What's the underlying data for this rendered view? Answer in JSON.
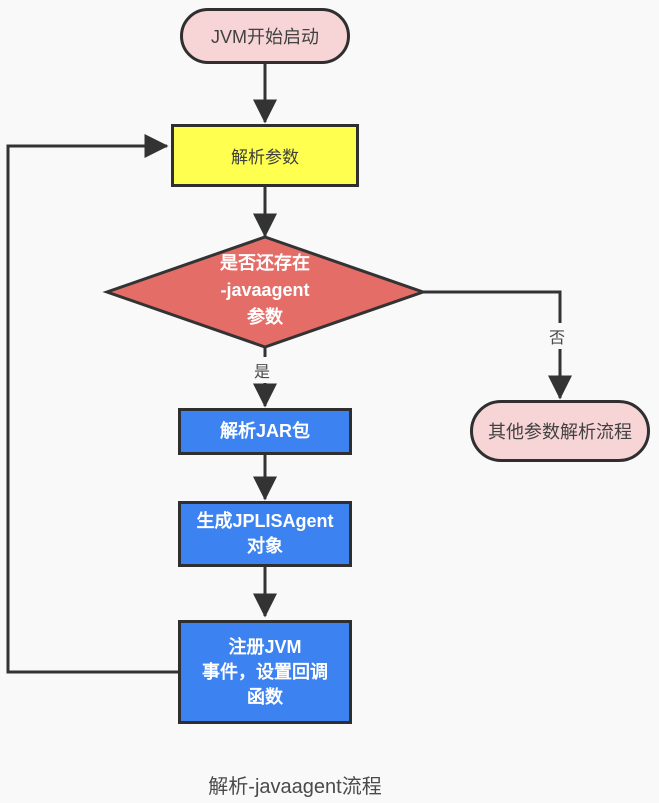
{
  "diagram": {
    "caption": "解析-javaagent流程",
    "nodes": {
      "start": {
        "lines": [
          "JVM开始启动"
        ]
      },
      "parse_params": {
        "lines": [
          "解析参数"
        ]
      },
      "decision": {
        "lines": [
          "是否还存在",
          "-javaagent",
          "参数"
        ]
      },
      "parse_jar": {
        "lines": [
          "解析JAR包"
        ]
      },
      "create_agent": {
        "lines": [
          "生成JPLISAgent",
          "对象"
        ]
      },
      "register_jvm": {
        "lines": [
          "注册JVM",
          "事件，设置回调",
          "函数"
        ]
      },
      "other_params": {
        "lines": [
          "其他参数解析流程"
        ]
      }
    },
    "edge_labels": {
      "yes": "是",
      "no": "否"
    },
    "colors": {
      "background": "#f9f9f9",
      "stadium_fill": "#f7d4d6",
      "process_fill": "#feff4f",
      "decision_fill": "#e56d68",
      "action_fill": "#3c82f0",
      "stroke": "#333333",
      "border": "#2f2f2f",
      "text_dark": "#414141",
      "text_light": "#ffffff"
    }
  }
}
